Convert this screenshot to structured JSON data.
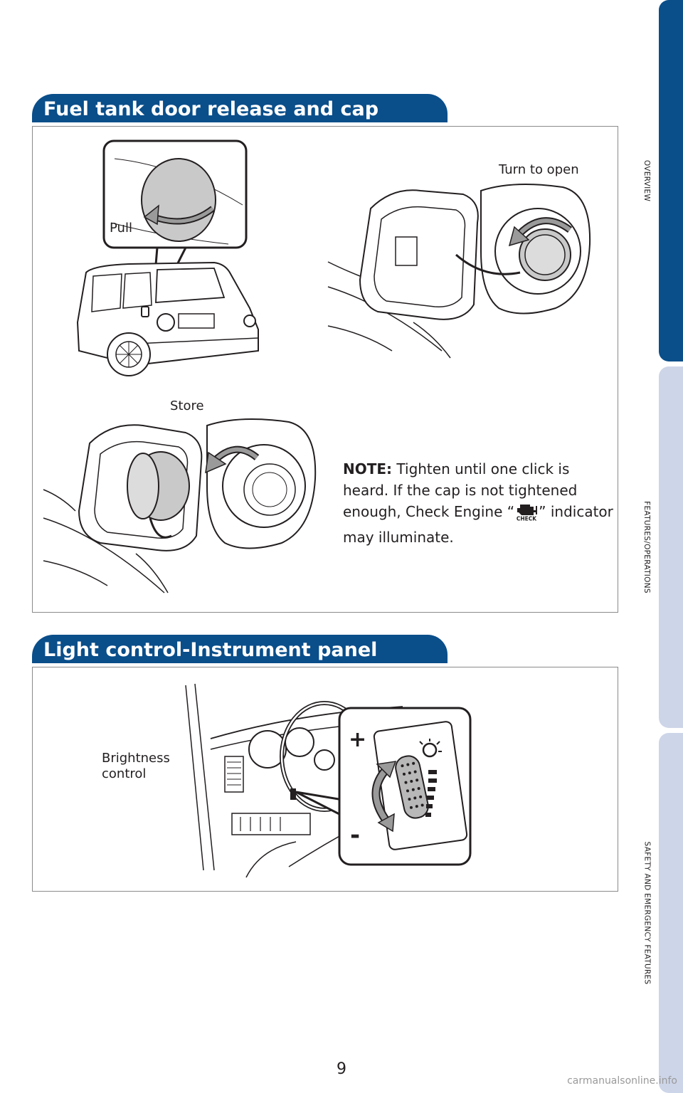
{
  "side_tabs": {
    "overview": "OVERVIEW",
    "features": "FEATURES/OPERATIONS",
    "safety": "SAFETY AND EMERGENCY FEATURES"
  },
  "fuel_section": {
    "title": "Fuel tank door release and cap",
    "labels": {
      "pull": "Pull",
      "turn_to_open": "Turn to open",
      "store": "Store"
    },
    "note": {
      "prefix": "NOTE:",
      "text_1": " Tighten until one click is heard. If the cap is not tightened enough, Check Engine “",
      "text_2": "” indicator may illuminate.",
      "icon_text": "CHECK"
    }
  },
  "light_section": {
    "title": "Light control-Instrument panel",
    "labels": {
      "brightness": "Brightness control",
      "plus": "+",
      "minus": "-"
    }
  },
  "footer": {
    "page_number": "9",
    "watermark": "carmanualsonline.info"
  },
  "colors": {
    "brand_blue": "#0a4e8a",
    "tab_light": "#cdd5e8",
    "line_dark": "#231f20"
  }
}
